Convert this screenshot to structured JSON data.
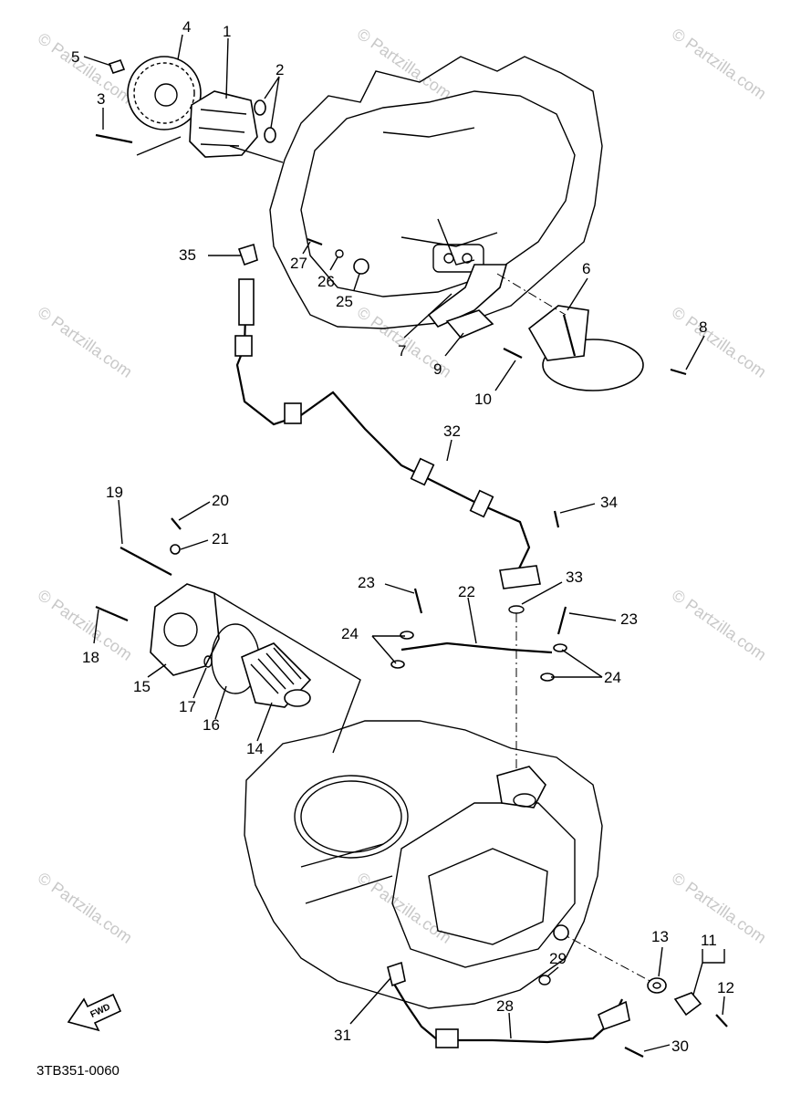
{
  "diagram_code": "3TB351-0060",
  "fwd_label": "FWD",
  "watermark_text": "© Partzilla.com",
  "parts": [
    {
      "id": "1"
    },
    {
      "id": "2"
    },
    {
      "id": "3"
    },
    {
      "id": "4"
    },
    {
      "id": "5"
    },
    {
      "id": "6"
    },
    {
      "id": "7"
    },
    {
      "id": "8"
    },
    {
      "id": "9"
    },
    {
      "id": "10"
    },
    {
      "id": "11"
    },
    {
      "id": "12"
    },
    {
      "id": "13"
    },
    {
      "id": "14"
    },
    {
      "id": "15"
    },
    {
      "id": "16"
    },
    {
      "id": "17"
    },
    {
      "id": "18"
    },
    {
      "id": "19"
    },
    {
      "id": "20"
    },
    {
      "id": "21"
    },
    {
      "id": "22"
    },
    {
      "id": "23"
    },
    {
      "id": "24"
    },
    {
      "id": "25"
    },
    {
      "id": "26"
    },
    {
      "id": "27"
    },
    {
      "id": "28"
    },
    {
      "id": "29"
    },
    {
      "id": "30"
    },
    {
      "id": "31"
    },
    {
      "id": "32"
    },
    {
      "id": "33"
    },
    {
      "id": "34"
    },
    {
      "id": "35"
    }
  ],
  "colors": {
    "ink": "#000000",
    "watermark": "#c8c8c8",
    "background": "#ffffff"
  }
}
